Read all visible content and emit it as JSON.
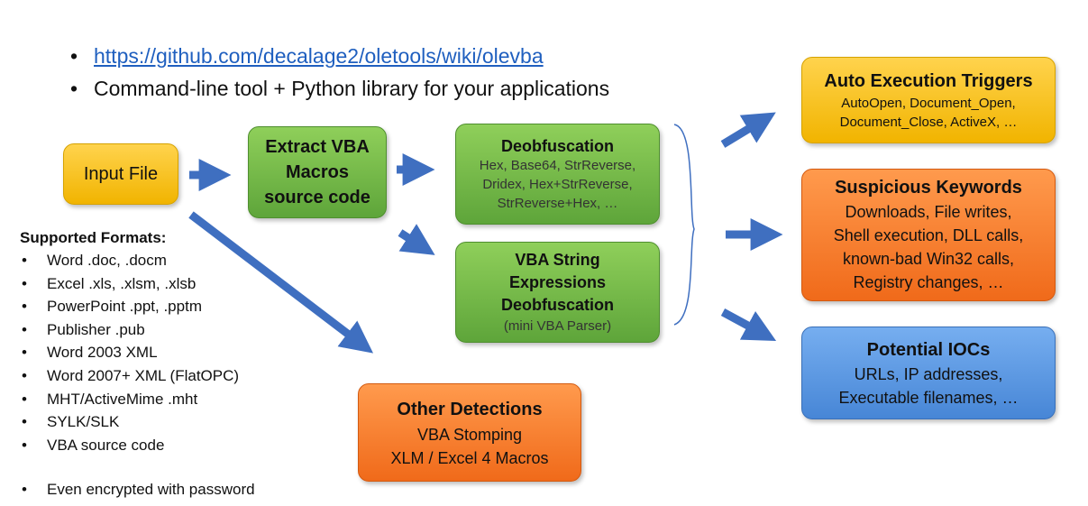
{
  "top_bullets": [
    "https://github.com/decalage2/oletools/wiki/olevba",
    "Command-line tool + Python library for your applications"
  ],
  "nodes": {
    "input": {
      "title": "Input File"
    },
    "extract": {
      "title": "Extract VBA Macros source code"
    },
    "deobf": {
      "title": "Deobfuscation",
      "lines": [
        "Hex, Base64, StrReverse,",
        "Dridex, Hex+StrReverse,",
        "StrReverse+Hex, …"
      ]
    },
    "vbastring": {
      "title": "VBA String Expressions Deobfuscation",
      "sub": "(mini VBA Parser)"
    },
    "auto": {
      "title": "Auto Execution Triggers",
      "lines": [
        "AutoOpen, Document_Open,",
        "Document_Close, ActiveX, …"
      ]
    },
    "suspicious": {
      "title": "Suspicious Keywords",
      "lines": [
        "Downloads, File writes,",
        "Shell execution, DLL calls,",
        "known-bad Win32 calls,",
        "Registry changes, …"
      ]
    },
    "iocs": {
      "title": "Potential IOCs",
      "lines": [
        "URLs, IP addresses,",
        "Executable filenames, …"
      ]
    },
    "other": {
      "title": "Other Detections",
      "lines": [
        "VBA Stomping",
        "XLM / Excel 4 Macros"
      ]
    }
  },
  "formats": {
    "title": "Supported Formats:",
    "items": [
      "Word .doc, .docm",
      "Excel .xls, .xlsm, .xlsb",
      "PowerPoint .ppt, .pptm",
      "Publisher .pub",
      "Word 2003 XML",
      "Word 2007+ XML (FlatOPC)",
      "MHT/ActiveMime .mht",
      "SYLK/SLK",
      "VBA source code"
    ],
    "extra": "Even encrypted with password"
  },
  "colors": {
    "yellow": "#f5be1a",
    "green": "#70b446",
    "orange": "#f57a2a",
    "blue": "#5a96e0",
    "arrow": "#3f6fc0",
    "link": "#1f5fbf"
  }
}
